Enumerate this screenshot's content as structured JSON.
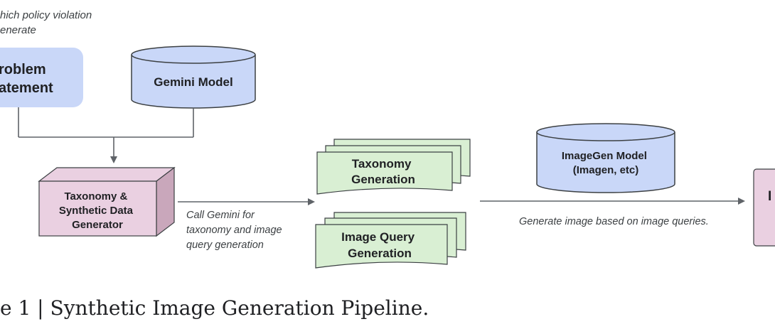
{
  "note": {
    "lines": [
      "hich policy violation",
      "enerate"
    ]
  },
  "problem_statement": {
    "lines": [
      "roblem",
      "atement"
    ]
  },
  "gemini_model": {
    "label": "Gemini Model"
  },
  "generator": {
    "lines": [
      "Taxonomy &",
      "Synthetic Data",
      "Generator"
    ]
  },
  "edge_call_gemini": {
    "lines": [
      "Call Gemini for",
      "taxonomy and image",
      "query generation"
    ]
  },
  "taxonomy_generation": {
    "lines": [
      "Taxonomy",
      "Generation"
    ]
  },
  "image_query_generation": {
    "lines": [
      "Image Query",
      "Generation"
    ]
  },
  "imagegen_model": {
    "lines": [
      "ImageGen Model",
      "(Imagen, etc)"
    ]
  },
  "edge_generate_image": {
    "label": "Generate image based on image queries."
  },
  "output_box": {
    "label": "I"
  },
  "caption": {
    "label": "e 1 | Synthetic Image Generation Pipeline."
  },
  "colors": {
    "blue_fill": "#c9d7f8",
    "pink_fill": "#ead0e1",
    "pink_side": "#c9a7bb",
    "green_fill": "#d9efd3",
    "line": "#5f6368"
  }
}
